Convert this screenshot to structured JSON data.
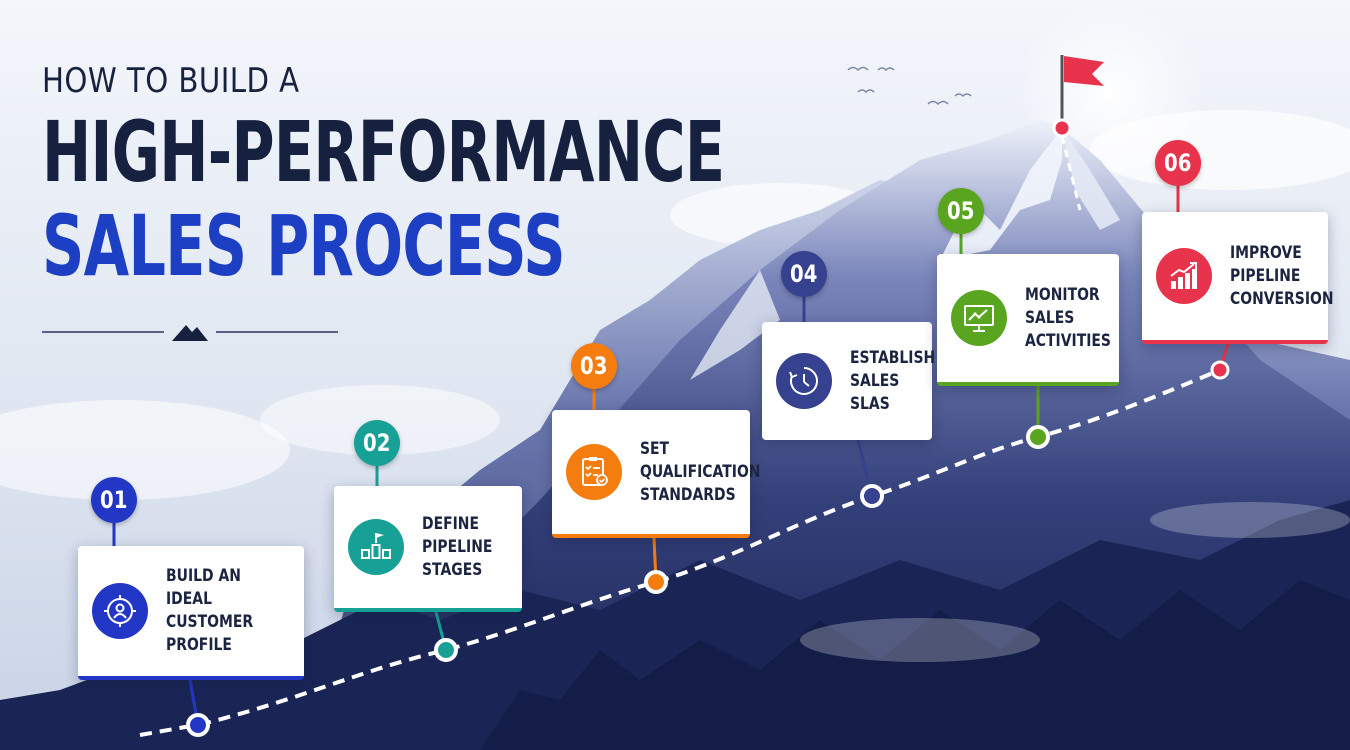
{
  "heading": {
    "line1": "HOW TO BUILD A",
    "line2": "HIGH-PERFORMANCE",
    "line3": "SALES PROCESS"
  },
  "colors": {
    "navy": "#16213f",
    "royal_blue": "#1d3fc4",
    "step1": "#2337c6",
    "step2": "#17a096",
    "step3": "#f57d10",
    "step4": "#36418f",
    "step5": "#5aa51f",
    "step6": "#e8334d"
  },
  "steps": [
    {
      "number": "01",
      "label": "BUILD AN\nIDEAL CUSTOMER\nPROFILE",
      "icon": "target-user-icon"
    },
    {
      "number": "02",
      "label": "DEFINE\nPIPELINE\nSTAGES",
      "icon": "pipeline-stages-icon"
    },
    {
      "number": "03",
      "label": "SET\nQUALIFICATION\nSTANDARDS",
      "icon": "checklist-icon"
    },
    {
      "number": "04",
      "label": "ESTABLISH\nSALES SLAS",
      "icon": "clock-icon"
    },
    {
      "number": "05",
      "label": "MONITOR\nSALES\nACTIVITIES",
      "icon": "monitor-chart-icon"
    },
    {
      "number": "06",
      "label": "IMPROVE\nPIPELINE\nCONVERSION",
      "icon": "growth-chart-icon"
    }
  ]
}
